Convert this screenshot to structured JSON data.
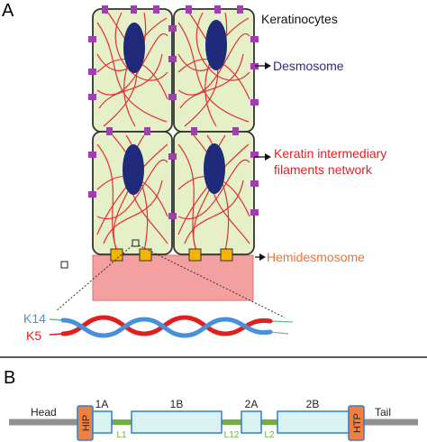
{
  "panel_a": {
    "letter": "A",
    "labels": {
      "keratinocytes": "Keratinocytes",
      "desmosome": "Desmosome",
      "keratin_line1": "Keratin intermediary",
      "keratin_line2": "filaments network",
      "hemidesmosome": "Hemidesmosome",
      "k14": "K14",
      "k5": "K5"
    },
    "colors": {
      "cell_fill": "#e6f0c8",
      "nucleus": "#1f2a7a",
      "filament": "#e03030",
      "desmosome": "#a040b0",
      "hemidesmosome": "#f4b400",
      "basement": "#f4a0a0",
      "desmosome_text": "#2d2a8a",
      "keratin_text": "#e02020",
      "hemi_text": "#f07030",
      "k14": "#4a90d9",
      "k5": "#e02020"
    }
  },
  "panel_b": {
    "letter": "B",
    "domains": {
      "head": "Head",
      "d1a": "1A",
      "d1b": "1B",
      "d2a": "2A",
      "d2b": "2B",
      "tail": "Tail"
    },
    "boxes": {
      "hip": "HIP",
      "htp": "HTP"
    },
    "linkers": {
      "l1": "L1",
      "l12": "L12",
      "l2": "L2"
    },
    "colors": {
      "rod_box": "#d9f2f2",
      "box_stroke": "#2f7fd0",
      "motif": "#f08040",
      "linker": "#70b040",
      "tail": "#909090"
    }
  }
}
